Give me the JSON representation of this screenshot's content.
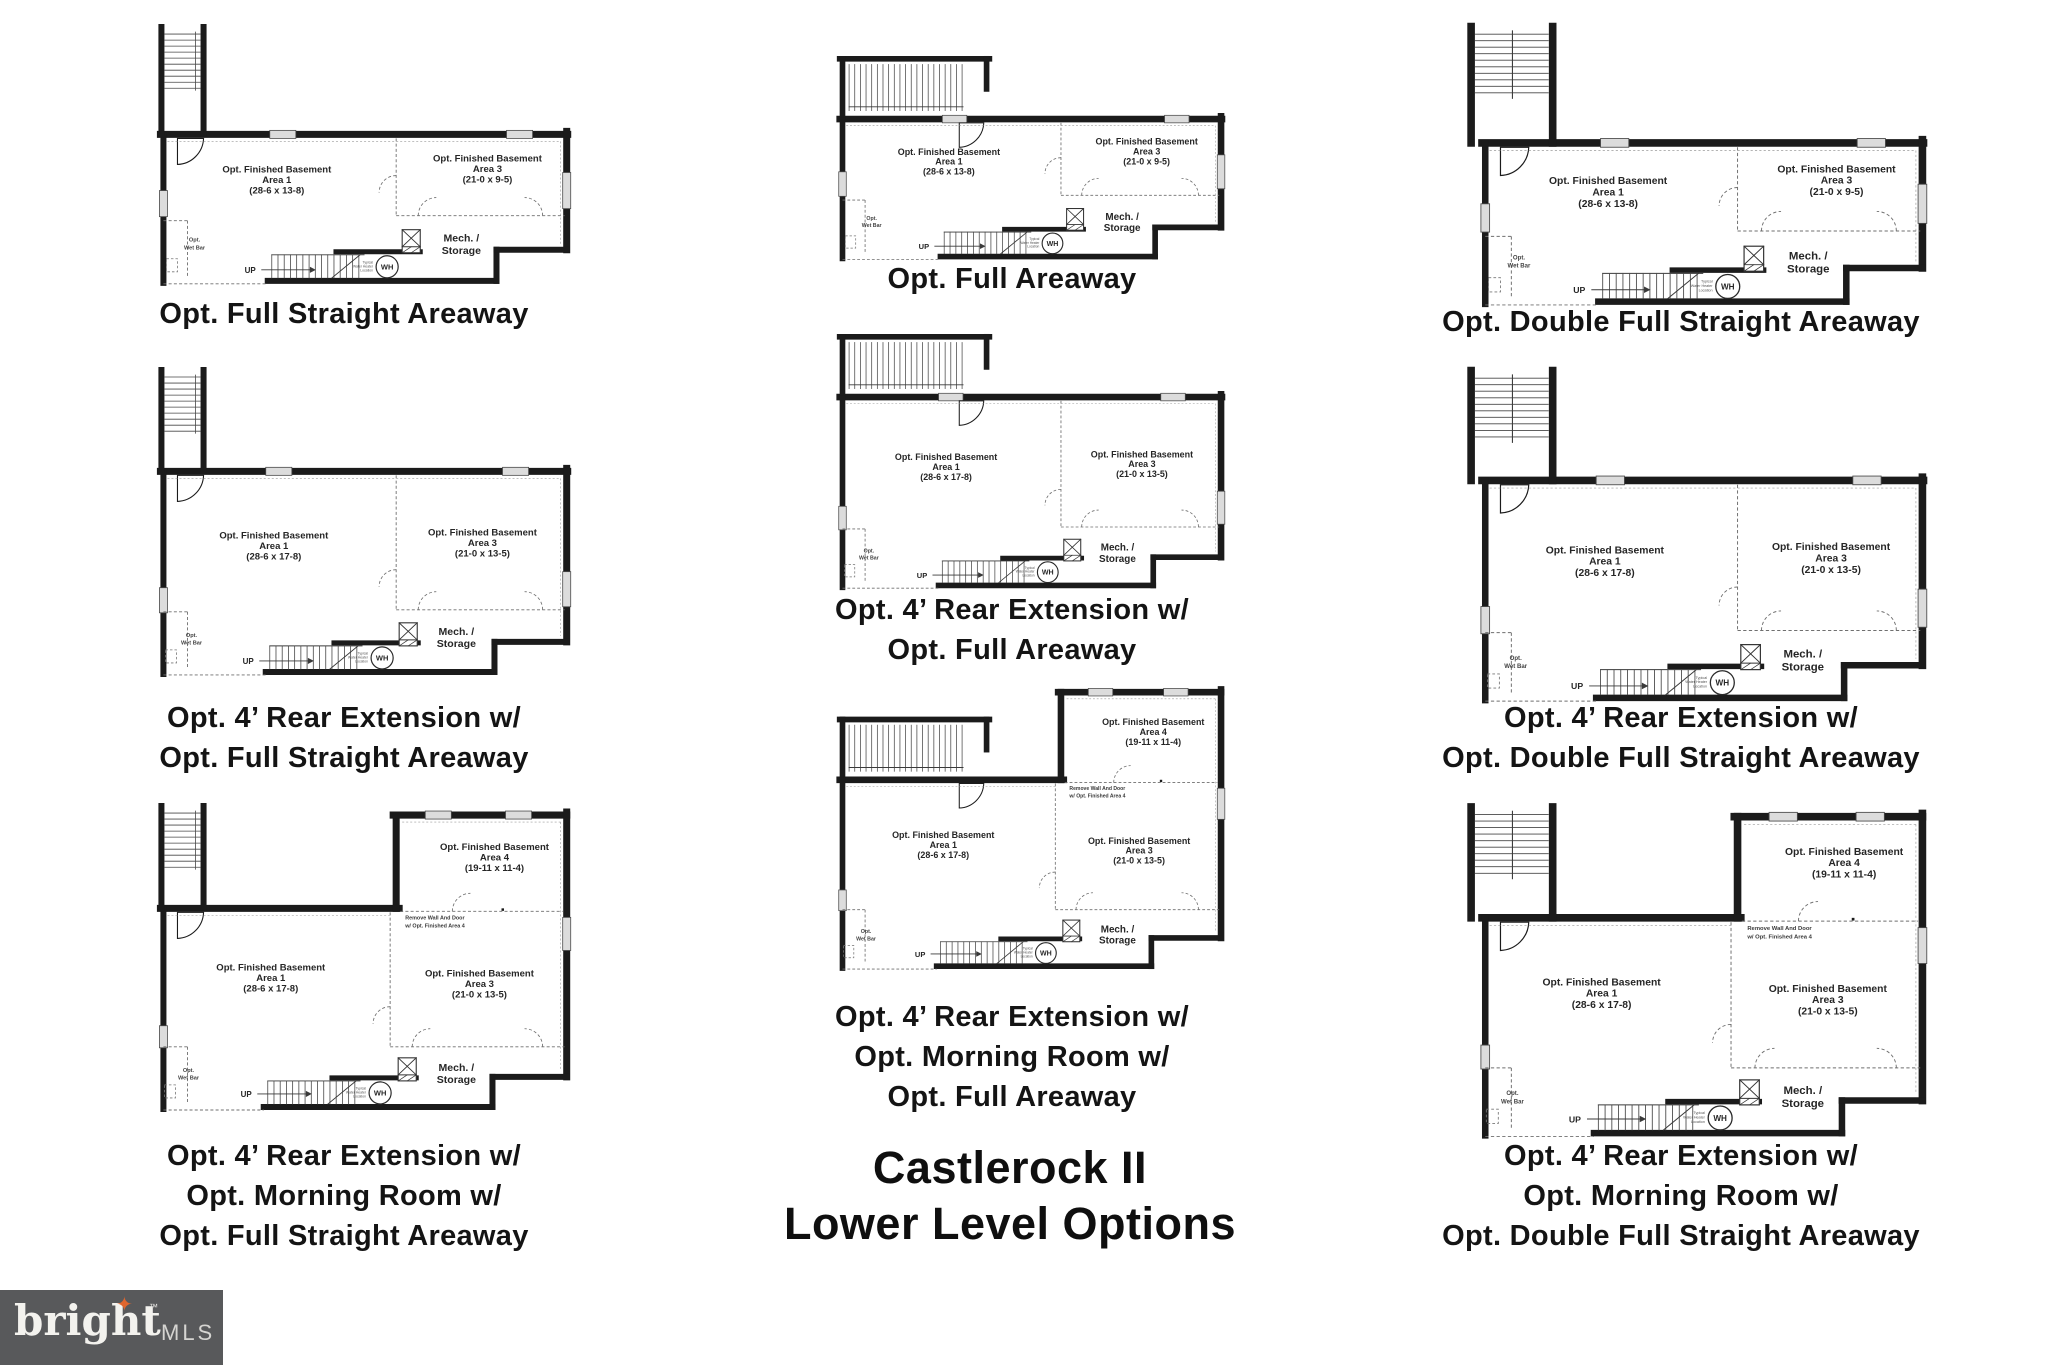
{
  "sheet": {
    "title_lines": [
      "Castlerock II",
      "Lower Level Options"
    ],
    "background": "#ffffff",
    "line_color": "#1b1b1b",
    "window_color": "#dcdcdc"
  },
  "logo": {
    "brand": "bright",
    "tm": "™",
    "suffix": "MLS",
    "star": "✦",
    "bg": "#58595b",
    "star_color": "#e0662e"
  },
  "shared": {
    "up": "UP",
    "wh": "WH",
    "wh_note": [
      "Typical",
      "Water Heater",
      "Location"
    ],
    "mech": [
      "Mech. /",
      "Storage"
    ],
    "wet_bar": [
      "Opt.",
      "Wet Bar"
    ],
    "remove_note": [
      "Remove Wall And Door",
      "w/ Opt. Finished Area 4"
    ]
  },
  "room_labels": {
    "area1_base": [
      "Opt. Finished Basement",
      "Area 1",
      "(28-6 x 13-8)"
    ],
    "area1_ext": [
      "Opt. Finished Basement",
      "Area 1",
      "(28-6 x 17-8)"
    ],
    "area3_base": [
      "Opt. Finished Basement",
      "Area 3",
      "(21-0 x 9-5)"
    ],
    "area3_ext": [
      "Opt. Finished Basement",
      "Area 3",
      "(21-0 x 13-5)"
    ],
    "area4": [
      "Opt. Finished Basement",
      "Area 4",
      "(19-11 x 11-4)"
    ]
  },
  "plans": [
    {
      "id": "full-straight-areaway",
      "variant": "base",
      "areaway": "straight",
      "caption": [
        "Opt. Full Straight Areaway"
      ],
      "rooms": {
        "area1": "area1_base",
        "area3": "area3_base"
      }
    },
    {
      "id": "full-areaway",
      "variant": "base",
      "areaway": "full",
      "caption": [
        "Opt. Full Areaway"
      ],
      "rooms": {
        "area1": "area1_base",
        "area3": "area3_base"
      }
    },
    {
      "id": "double-full-straight-areaway",
      "variant": "base",
      "areaway": "double",
      "caption": [
        "Opt. Double Full Straight Areaway"
      ],
      "rooms": {
        "area1": "area1_base",
        "area3": "area3_base"
      }
    },
    {
      "id": "rear-extension-full-straight-areaway",
      "variant": "ext",
      "areaway": "straight",
      "caption": [
        "Opt. 4’ Rear Extension w/",
        "Opt. Full Straight Areaway"
      ],
      "rooms": {
        "area1": "area1_ext",
        "area3": "area3_ext"
      }
    },
    {
      "id": "rear-extension-full-areaway",
      "variant": "ext",
      "areaway": "full",
      "caption": [
        "Opt. 4’ Rear Extension w/",
        "Opt. Full Areaway"
      ],
      "rooms": {
        "area1": "area1_ext",
        "area3": "area3_ext"
      }
    },
    {
      "id": "rear-extension-double-full-straight-areaway",
      "variant": "ext",
      "areaway": "double",
      "caption": [
        "Opt. 4’ Rear Extension w/",
        "Opt. Double Full Straight Areaway"
      ],
      "rooms": {
        "area1": "area1_ext",
        "area3": "area3_ext"
      }
    },
    {
      "id": "rear-extension-morning-room-full-straight-areaway",
      "variant": "morning",
      "areaway": "straight",
      "caption": [
        "Opt. 4’ Rear Extension w/",
        "Opt. Morning Room w/",
        "Opt. Full Straight Areaway"
      ],
      "rooms": {
        "area1": "area1_ext",
        "area3": "area3_ext",
        "area4": "area4"
      }
    },
    {
      "id": "rear-extension-morning-room-full-areaway",
      "variant": "morning",
      "areaway": "full",
      "caption": [
        "Opt. 4’ Rear Extension w/",
        "Opt. Morning Room w/",
        "Opt. Full Areaway"
      ],
      "rooms": {
        "area1": "area1_ext",
        "area3": "area3_ext",
        "area4": "area4"
      }
    },
    {
      "id": "rear-extension-morning-room-double-full-straight-areaway",
      "variant": "morning",
      "areaway": "double",
      "caption": [
        "Opt. 4’ Rear Extension w/",
        "Opt. Morning Room w/",
        "Opt. Double Full Straight Areaway"
      ],
      "rooms": {
        "area1": "area1_ext",
        "area3": "area3_ext",
        "area4": "area4"
      }
    }
  ]
}
